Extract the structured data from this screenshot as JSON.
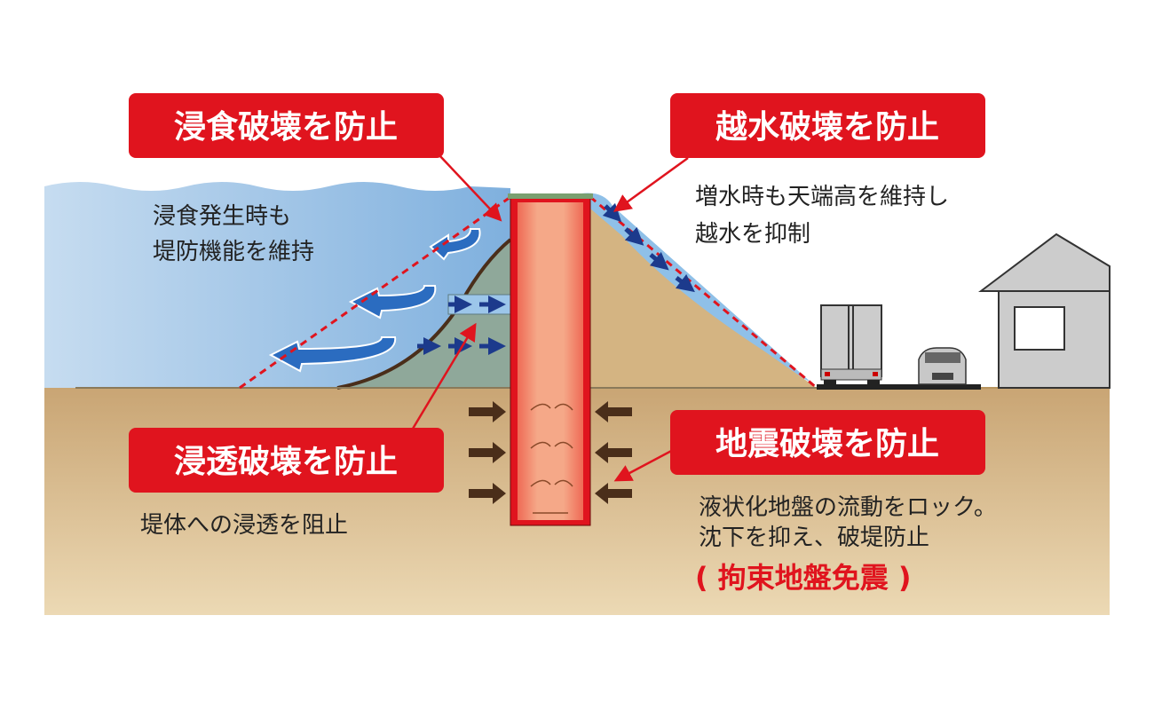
{
  "labels": {
    "erosion": {
      "title": "浸食破壊を防止",
      "lines": [
        "浸食発生時も",
        "堤防機能を維持"
      ]
    },
    "overflow": {
      "title": "越水破壊を防止",
      "lines": [
        "増水時も天端高を維持し",
        "越水を抑制"
      ]
    },
    "seepage": {
      "title": "浸透破壊を防止",
      "lines": [
        "堤体への浸透を阻止"
      ]
    },
    "earthquake": {
      "title": "地震破壊を防止",
      "lines": [
        "液状化地盤の流動をロック。",
        "沈下を抑え、破堤防止"
      ],
      "note": "( 拘束地盤免震 )"
    }
  },
  "colors": {
    "accent_red": "#e0141e",
    "wall_fill": "#f2a080",
    "water": "#9cc3e6",
    "ground": "#d4b482",
    "levee_core": "#8fa89a"
  }
}
